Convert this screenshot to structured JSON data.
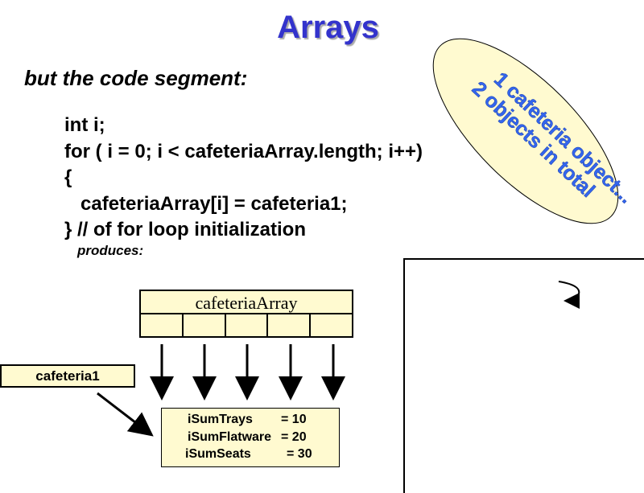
{
  "title": "Arrays",
  "subtitle": "but the code segment:",
  "code": [
    "int i;",
    "for ( i = 0; i < cafeteriaArray.length; i++)",
    "{",
    "   cafeteriaArray[i] = cafeteria1;",
    "} // of for loop initialization"
  ],
  "produces": "produces:",
  "callout": {
    "line1": "1 cafeteria object...",
    "line2": "2 objects in total"
  },
  "array": {
    "label": "cafeteriaArray",
    "cells": 5
  },
  "ref": {
    "label": "cafeteria1"
  },
  "object": {
    "fields": [
      {
        "name": "iSumTrays",
        "value": "= 10"
      },
      {
        "name": "iSumFlatware",
        "value": "= 20"
      },
      {
        "name": "iSumSeats",
        "value": "= 30"
      }
    ]
  },
  "colors": {
    "title": "#3333cc",
    "fill": "#fffad0"
  }
}
